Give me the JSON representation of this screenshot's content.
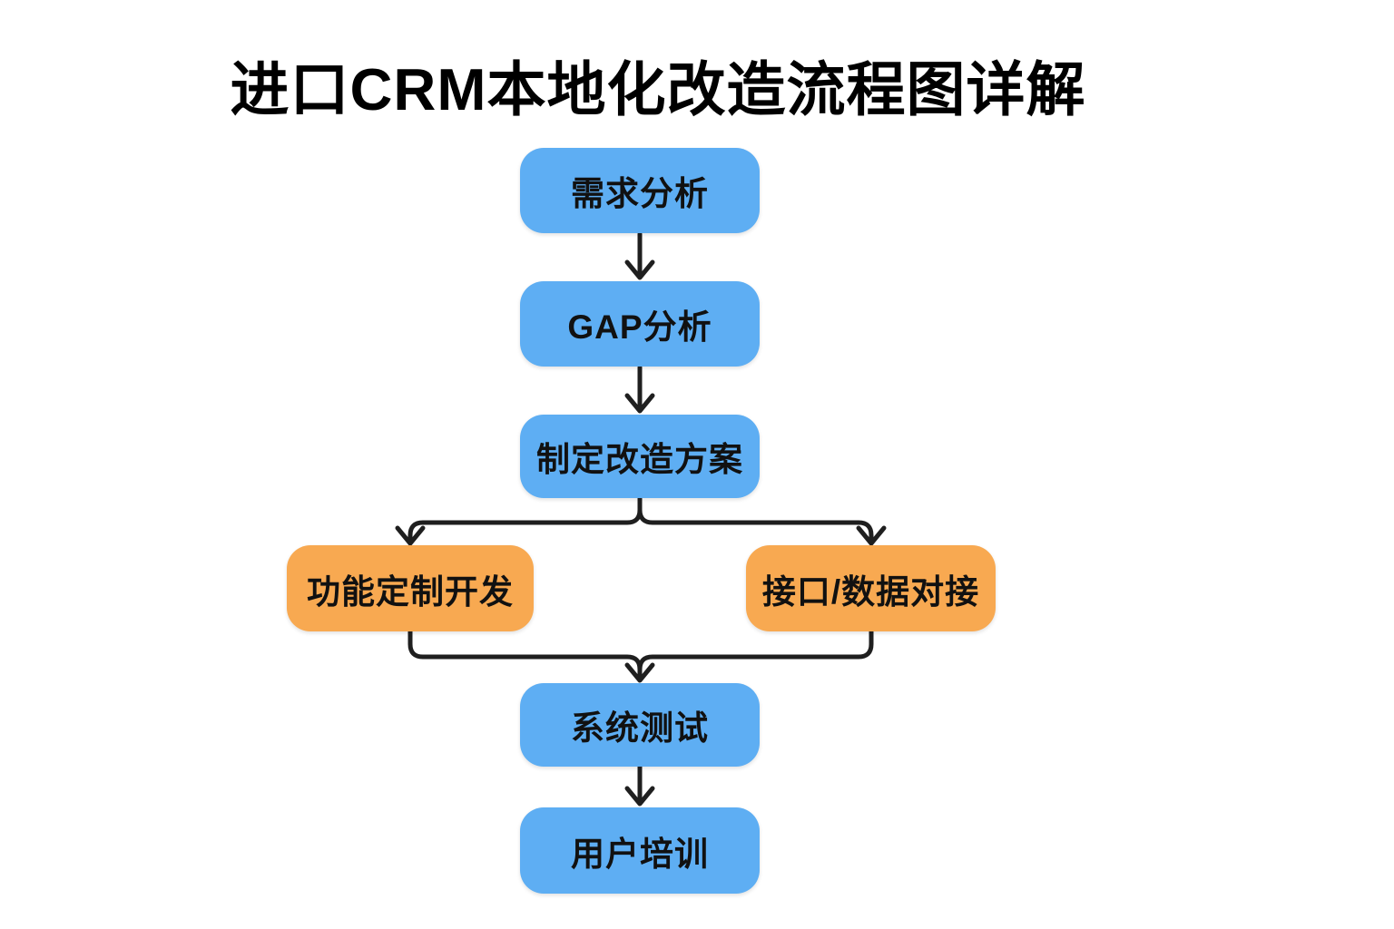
{
  "title": "进口CRM本地化改造流程图详解",
  "diagram_type": "flowchart",
  "colors": {
    "process": "#5EAEF3",
    "branch": "#F8A951",
    "connector": "#1F1F1F",
    "text": "#111111",
    "background": "#FFFFFF"
  },
  "nodes": {
    "requirements_analysis": {
      "label": "需求分析",
      "type": "process"
    },
    "gap_analysis": {
      "label": "GAP分析",
      "type": "process"
    },
    "transformation_plan": {
      "label": "制定改造方案",
      "type": "process"
    },
    "custom_development": {
      "label": "功能定制开发",
      "type": "branch"
    },
    "data_integration": {
      "label": "接口/数据对接",
      "type": "branch"
    },
    "system_testing": {
      "label": "系统测试",
      "type": "process"
    },
    "user_training": {
      "label": "用户培训",
      "type": "process"
    }
  },
  "edges": [
    {
      "from": "需求分析",
      "to": "GAP分析"
    },
    {
      "from": "GAP分析",
      "to": "制定改造方案"
    },
    {
      "from": "制定改造方案",
      "to": "功能定制开发"
    },
    {
      "from": "制定改造方案",
      "to": "接口/数据对接"
    },
    {
      "from": "功能定制开发",
      "to": "系统测试"
    },
    {
      "from": "接口/数据对接",
      "to": "系统测试"
    },
    {
      "from": "系统测试",
      "to": "用户培训"
    }
  ]
}
